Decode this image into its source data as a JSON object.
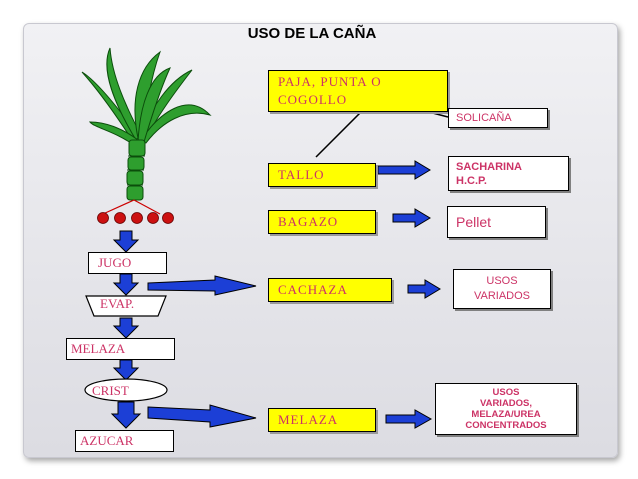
{
  "title": "USO DE LA CAÑA",
  "process": {
    "jugo": "JUGO",
    "evap": "EVAP.",
    "melaza": "MELAZA",
    "crist": "CRIST",
    "azucar": "AZUCAR"
  },
  "products": {
    "paja_line1": "PAJA,  PUNTA  O",
    "paja_line2": "COGOLLO",
    "tallo": "TALLO",
    "bagazo": "BAGAZO",
    "cachaza": "CACHAZA",
    "melaza": "MELAZA"
  },
  "uses": {
    "solicana": "SOLICAÑA",
    "sacharina_line1": "SACHARINA",
    "sacharina_line2": "H.C.P.",
    "pellet": "Pellet",
    "usos_line1": "USOS",
    "usos_line2": "VARIADOS",
    "concentrados_line1": "USOS",
    "concentrados_line2": "VARIADOS,",
    "concentrados_line3": "MELAZA/UREA",
    "concentrados_line4": "CONCENTRADOS"
  },
  "colors": {
    "product_box": "#ffff00",
    "label_text": "#cc3366",
    "arrow": "#1c3fd6",
    "plant": "#2e9e2e",
    "drops": "#cc1111"
  }
}
